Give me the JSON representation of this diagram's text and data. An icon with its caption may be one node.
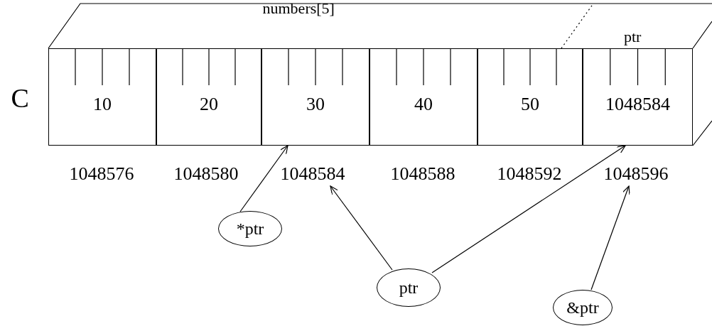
{
  "diagram": {
    "nodes": [
      {
        "text": [
          "10"
        ]
      },
      {
        "text": [
          "20"
        ]
      },
      {
        "text": [
          "30"
        ]
      },
      {
        "text": [
          "40"
        ]
      },
      {
        "text": [
          "50"
        ]
      },
      {
        "text": [
          "1048584"
        ]
      },
      {
        "text": [
          "1048584"
        ]
      },
      {
        "text": [
          "1048596"
        ]
      },
      {
        "text": [
          "*ptr"
        ]
      },
      {
        "text": [
          "ptr"
        ]
      },
      {
        "text": [
          "&ptr"
        ]
      }
    ],
    "edges": [
      {
        "from": 8,
        "to": 2,
        "arrow": "to"
      },
      {
        "from": 9,
        "to": 6,
        "arrow": "to"
      },
      {
        "from": 9,
        "to": 5,
        "arrow": "to"
      },
      {
        "from": 10,
        "to": 7,
        "arrow": "to"
      }
    ],
    "labels": [
      "numbers[5]",
      "ptr",
      "C",
      "1048576",
      "1048580",
      "1048588",
      "1048592"
    ]
  }
}
